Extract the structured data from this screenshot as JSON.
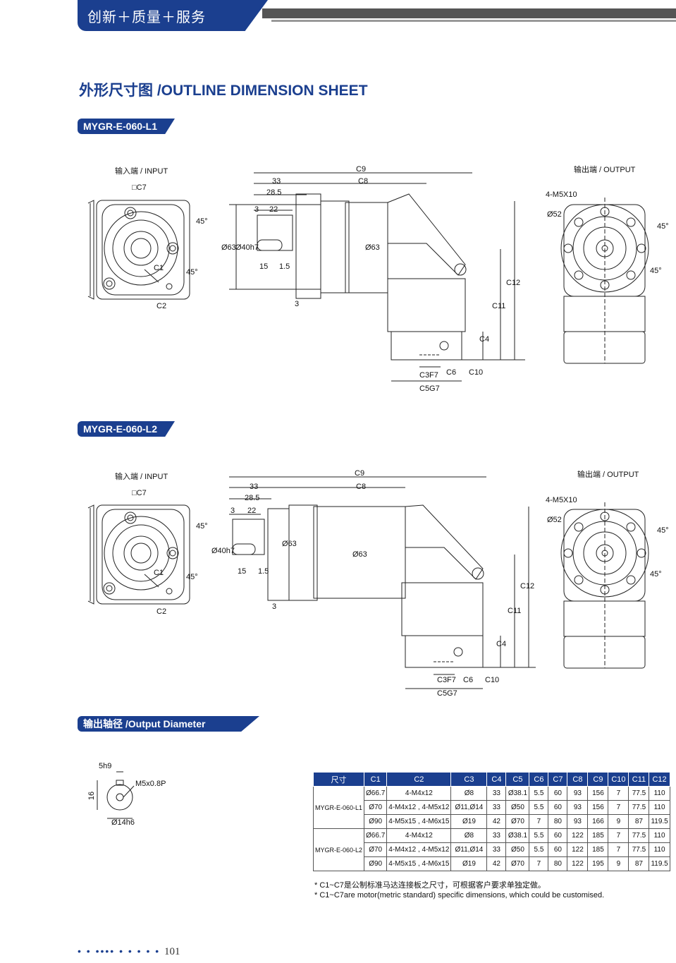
{
  "header": {
    "slogan": "创新＋质量＋服务"
  },
  "title": "外形尺寸图 /OUTLINE DIMENSION SHEET",
  "models": [
    {
      "name": "MYGR-E-060-L1"
    },
    {
      "name": "MYGR-E-060-L2"
    }
  ],
  "labels": {
    "input": "输入端 / INPUT",
    "output": "输出端 / OUTPUT",
    "c7": "□C7",
    "c1": "C1",
    "c2": "C2",
    "a45": "45°",
    "c9": "C9",
    "c8": "C8",
    "d33": "33",
    "d285": "28.5",
    "d3": "3",
    "d22": "22",
    "d63": "Ø63",
    "d40": "Ø40h7",
    "d15": "15",
    "d15b": "1.5",
    "c12": "C12",
    "c11": "C11",
    "c4": "C4",
    "c6": "C6",
    "c10": "C10",
    "c3": "C3F7",
    "c5": "C5G7",
    "m5x10": "4-M5X10",
    "d52": "Ø52"
  },
  "output_diameter": {
    "heading": "输出轴径 /Output Diameter",
    "key": "5h9",
    "thread": "M5x0.8P",
    "height": "16",
    "dia": "Ø14h6"
  },
  "table": {
    "headers": [
      "尺寸",
      "C1",
      "C2",
      "C3",
      "C4",
      "C5",
      "C6",
      "C7",
      "C8",
      "C9",
      "C10",
      "C11",
      "C12"
    ],
    "groups": [
      {
        "model": "MYGR-E-060-L1",
        "rows": [
          [
            "Ø66.7",
            "4-M4x12",
            "Ø8",
            "33",
            "Ø38.1",
            "5.5",
            "60",
            "93",
            "156",
            "7",
            "77.5",
            "110"
          ],
          [
            "Ø70",
            "4-M4x12 , 4-M5x12",
            "Ø11,Ø14",
            "33",
            "Ø50",
            "5.5",
            "60",
            "93",
            "156",
            "7",
            "77.5",
            "110"
          ],
          [
            "Ø90",
            "4-M5x15 , 4-M6x15",
            "Ø19",
            "42",
            "Ø70",
            "7",
            "80",
            "93",
            "166",
            "9",
            "87",
            "119.5"
          ]
        ]
      },
      {
        "model": "MYGR-E-060-L2",
        "rows": [
          [
            "Ø66.7",
            "4-M4x12",
            "Ø8",
            "33",
            "Ø38.1",
            "5.5",
            "60",
            "122",
            "185",
            "7",
            "77.5",
            "110"
          ],
          [
            "Ø70",
            "4-M4x12 , 4-M5x12",
            "Ø11,Ø14",
            "33",
            "Ø50",
            "5.5",
            "60",
            "122",
            "185",
            "7",
            "77.5",
            "110"
          ],
          [
            "Ø90",
            "4-M5x15 , 4-M6x15",
            "Ø19",
            "42",
            "Ø70",
            "7",
            "80",
            "122",
            "195",
            "9",
            "87",
            "119.5"
          ]
        ]
      }
    ]
  },
  "notes": [
    "* C1~C7是公制标准马达连接板之尺寸，可根据客户要求单独定做。",
    "* C1~C7are motor(metric standard)  specific dimensions, which could be customised."
  ],
  "footer": {
    "dots": "• • •••• • • • • •",
    "page": "101"
  },
  "colors": {
    "brand": "#1b3f8f"
  }
}
